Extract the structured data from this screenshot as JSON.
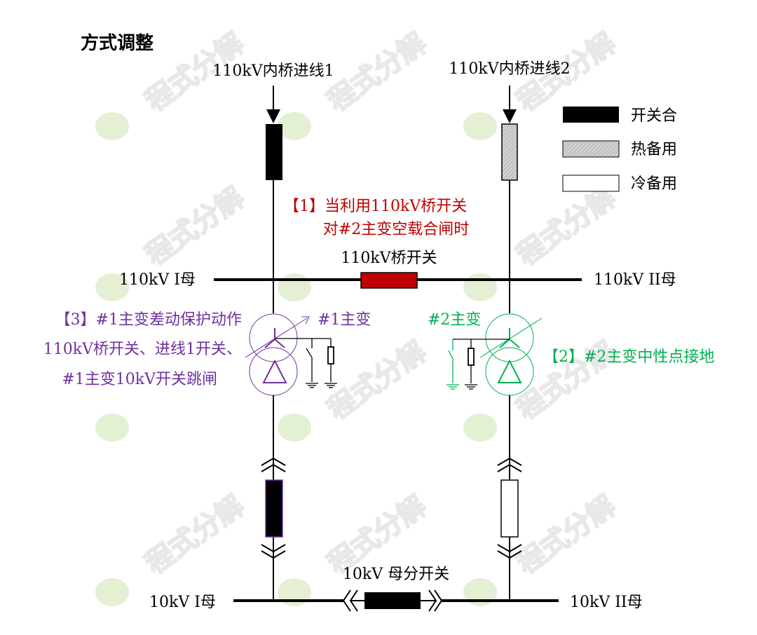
{
  "title": "方式调整",
  "watermark": "程式分解",
  "colors": {
    "red": "#c00000",
    "purple": "#7030a0",
    "green": "#00b050",
    "breaker_red": "#c00000"
  },
  "feeders": {
    "line1": "110kV内桥进线1",
    "line2": "110kV内桥进线2"
  },
  "legend": [
    {
      "label": "开关合",
      "style": "closed"
    },
    {
      "label": "热备用",
      "style": "hot-standby"
    },
    {
      "label": "冷备用",
      "style": "cold-standby"
    }
  ],
  "buses": {
    "hv1": "110kV I母",
    "hv2": "110kV II母",
    "lv1": "10kV I母",
    "lv2": "10kV II母"
  },
  "switches": {
    "bridge": "110kV桥开关",
    "lv_tie": "10kV 母分开关"
  },
  "transformers": {
    "t1": "#1主变",
    "t2": "#2主变"
  },
  "notes": {
    "n1": [
      "【1】当利用110kV桥开关",
      "对#2主变空载合闸时"
    ],
    "n2": "【2】#2主变中性点接地",
    "n3": [
      "【3】#1主变差动保护动作",
      "110kV桥开关、进线1开关、",
      "#1主变10kV开关跳闸"
    ]
  }
}
